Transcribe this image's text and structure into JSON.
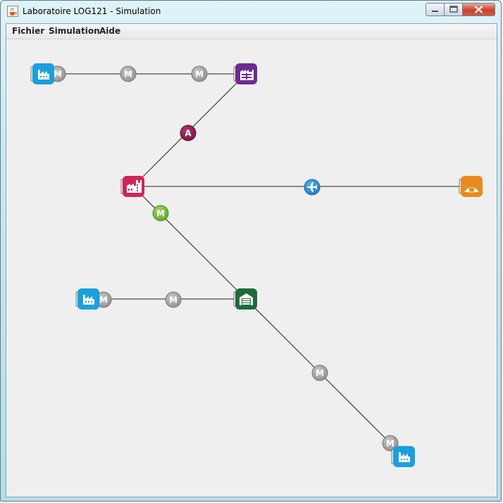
{
  "window": {
    "title": "Laboratoire LOG121 - Simulation",
    "controls": [
      "minimize",
      "maximize",
      "close"
    ]
  },
  "menu": {
    "items": [
      "Fichier",
      "Simulation",
      "Aide"
    ]
  },
  "simulation": {
    "routes": [
      {
        "from": "usine-matiere-1",
        "to": "entrepot-assemblage-1"
      },
      {
        "from": "entrepot-assemblage-1",
        "to": "usine-principale"
      },
      {
        "from": "usine-principale",
        "to": "entrepot-final"
      },
      {
        "from": "usine-principale",
        "to": "entrepot-central"
      },
      {
        "from": "usine-matiere-2",
        "to": "entrepot-central"
      },
      {
        "from": "entrepot-central",
        "to": "usine-matiere-3"
      }
    ],
    "nodes": [
      {
        "id": "usine-matiere-1",
        "kind": "factory",
        "icon": "factory-icon",
        "color": "#1aa0dc"
      },
      {
        "id": "entrepot-assemblage-1",
        "kind": "assembly-plant",
        "icon": "assembly-plant-icon",
        "color": "#6b2c91"
      },
      {
        "id": "usine-principale",
        "kind": "assembly-factory",
        "icon": "assembly-factory-icon",
        "color": "#d0245a"
      },
      {
        "id": "entrepot-final",
        "kind": "hangar",
        "icon": "hangar-icon",
        "color": "#ea8a1d"
      },
      {
        "id": "usine-matiere-2",
        "kind": "factory",
        "icon": "factory-icon",
        "color": "#1aa0dc"
      },
      {
        "id": "entrepot-central",
        "kind": "warehouse",
        "icon": "warehouse-icon",
        "color": "#1e6b3a"
      },
      {
        "id": "usine-matiere-3",
        "kind": "factory",
        "icon": "factory-icon",
        "color": "#1aa0dc"
      }
    ],
    "vehicles": [
      {
        "label": "M",
        "color": "#9e9e9e"
      },
      {
        "label": "M",
        "color": "#9e9e9e"
      },
      {
        "label": "M",
        "color": "#9e9e9e"
      },
      {
        "label": "A",
        "color": "#8c1a4d"
      },
      {
        "label": "",
        "icon": "airplane-icon",
        "color": "#2b8ad0"
      },
      {
        "label": "M",
        "color": "#7ab43c"
      },
      {
        "label": "M",
        "color": "#9e9e9e"
      },
      {
        "label": "M",
        "color": "#9e9e9e"
      },
      {
        "label": "M",
        "color": "#9e9e9e"
      },
      {
        "label": "M",
        "color": "#9e9e9e"
      }
    ]
  }
}
